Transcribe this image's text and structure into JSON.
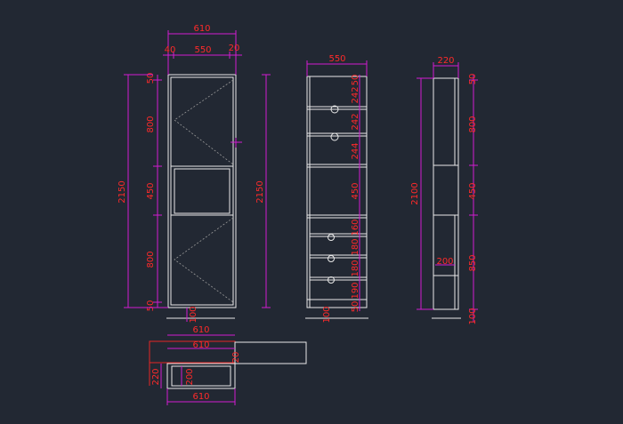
{
  "colors": {
    "background": "#222833",
    "outline": "#e9e9e9",
    "dimension_line": "#d21bd2",
    "dimension_text": "#ff2a2a"
  },
  "front_view": {
    "top": {
      "overall": "610",
      "left": "40",
      "middle": "550",
      "right": "20"
    },
    "left_side": [
      "50",
      "800",
      "450",
      "800",
      "50"
    ],
    "overall_height": "2150",
    "right_overall_height": "2150",
    "bottom": "100"
  },
  "section_view": {
    "top": "550",
    "right_side": [
      "50",
      "242",
      "242",
      "244",
      "450",
      "160",
      "180",
      "180",
      "190",
      "50"
    ],
    "bottom": "100"
  },
  "side_view": {
    "top": "220",
    "overall_height": "2100",
    "inner": "200",
    "right_side": [
      "50",
      "800",
      "450",
      "850",
      "100"
    ]
  },
  "plan_view": {
    "top_1": "610",
    "top_2": "610",
    "right": "20",
    "left": "220",
    "inner": "200",
    "bottom": "610"
  }
}
